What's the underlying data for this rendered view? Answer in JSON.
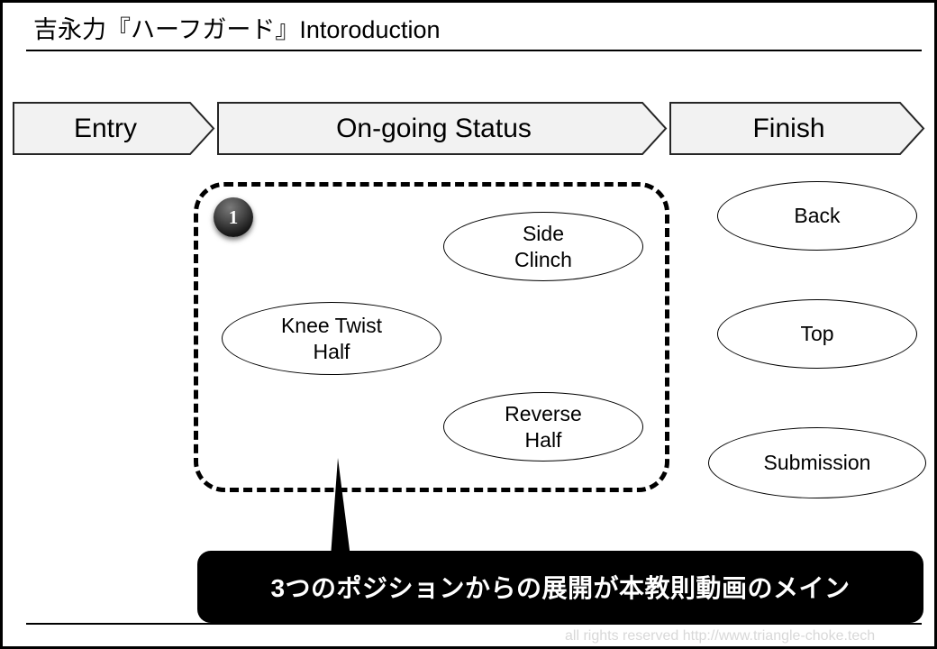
{
  "slide": {
    "title": "吉永力『ハーフガード』Intoroduction",
    "footer": "all rights reserved  http://www.triangle-choke.tech"
  },
  "phase_band": {
    "items": [
      {
        "label": "Entry"
      },
      {
        "label": "On-going Status"
      },
      {
        "label": "Finish"
      }
    ]
  },
  "group": {
    "badge": "1",
    "nodes": [
      {
        "label": "Knee Twist\nHalf",
        "line1": "Knee Twist",
        "line2": "Half"
      },
      {
        "label": "Side\nClinch",
        "line1": "Side",
        "line2": "Clinch"
      },
      {
        "label": "Reverse\nHalf",
        "line1": "Reverse",
        "line2": "Half"
      }
    ]
  },
  "finish": {
    "nodes": [
      {
        "label": "Back"
      },
      {
        "label": "Top"
      },
      {
        "label": "Submission"
      }
    ]
  },
  "callout": {
    "text": "3つのポジションからの展開が本教則動画のメイン"
  },
  "colors": {
    "chevron_fill": "#f2f2f2",
    "chevron_stroke": "#262626",
    "outline": "#000000",
    "callout_bg": "#000000",
    "callout_text": "#ffffff",
    "footer_text": "#d8d8d8"
  }
}
